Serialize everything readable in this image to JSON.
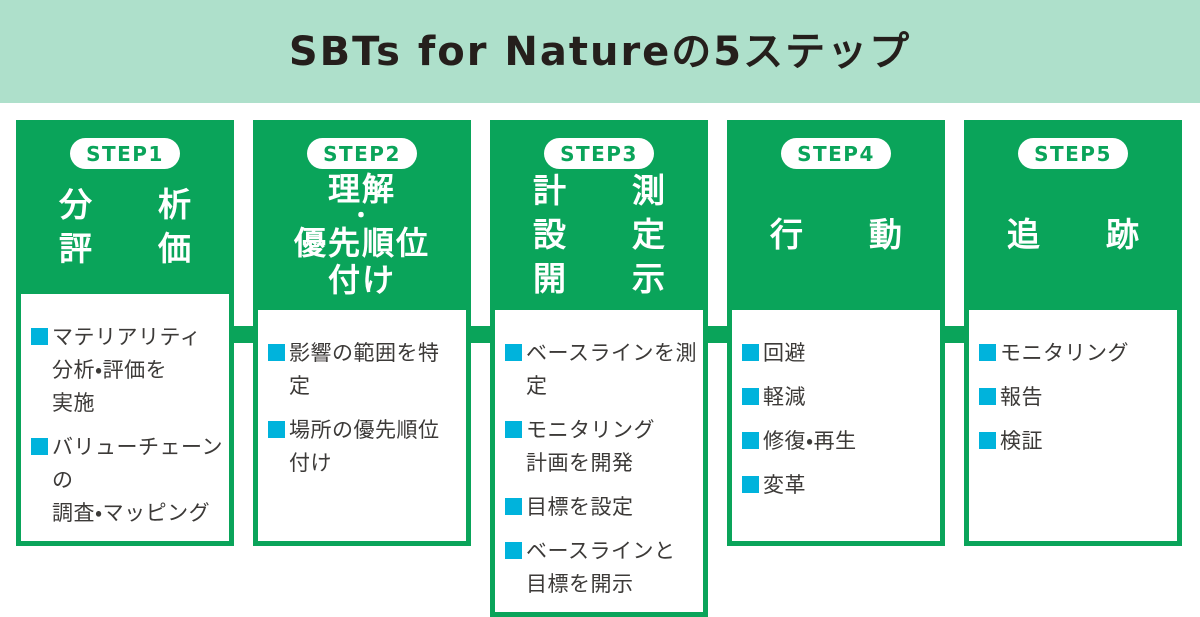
{
  "title": "SBTs for Natureの5ステップ",
  "colors": {
    "green": "#0aa45a",
    "mint": "#aee0cb",
    "cyan": "#00b3dc",
    "title_text": "#251f1c",
    "body_text": "#3c3a38",
    "white": "#ffffff"
  },
  "steps": [
    {
      "badge": "STEP1",
      "title_style": "spread",
      "title_lines": [
        "分析",
        "評価"
      ],
      "items": [
        [
          "マテリアリティ",
          "分析・評価を",
          "実施"
        ],
        [
          "バリューチェーンの",
          "調査・マッピング"
        ]
      ]
    },
    {
      "badge": "STEP2",
      "title_style": "stack",
      "title_lines": [
        "理解",
        "・",
        "優先順位",
        "付け"
      ],
      "items": [
        [
          "影響の範囲を特定"
        ],
        [
          "場所の優先順位",
          "付け"
        ]
      ]
    },
    {
      "badge": "STEP3",
      "title_style": "spread",
      "title_lines": [
        "計測",
        "設定",
        "開示"
      ],
      "items": [
        [
          "ベースラインを測定"
        ],
        [
          "モニタリング",
          "計画を開発"
        ],
        [
          "目標を設定"
        ],
        [
          "ベースラインと",
          "目標を開示"
        ]
      ]
    },
    {
      "badge": "STEP4",
      "title_style": "spread",
      "title_lines": [
        "行動"
      ],
      "items": [
        [
          "回避"
        ],
        [
          "軽減"
        ],
        [
          "修復・再生"
        ],
        [
          "変革"
        ]
      ]
    },
    {
      "badge": "STEP5",
      "title_style": "spread",
      "title_lines": [
        "追跡"
      ],
      "items": [
        [
          "モニタリング"
        ],
        [
          "報告"
        ],
        [
          "検証"
        ]
      ]
    }
  ]
}
